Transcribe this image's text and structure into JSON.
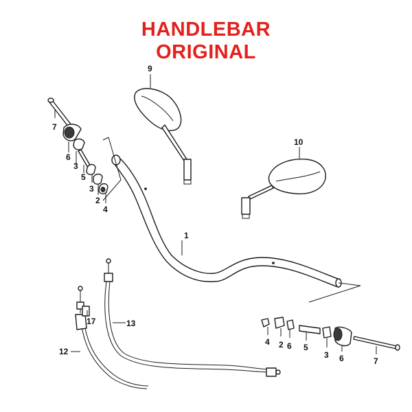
{
  "title": {
    "line1": "HANDLEBAR",
    "line2": "ORIGINAL",
    "color": "#e3201b"
  },
  "callouts": [
    {
      "id": "c1",
      "label": "1"
    },
    {
      "id": "c2a",
      "label": "2"
    },
    {
      "id": "c2b",
      "label": "2"
    },
    {
      "id": "c3a",
      "label": "3"
    },
    {
      "id": "c3b",
      "label": "3"
    },
    {
      "id": "c3c",
      "label": "3"
    },
    {
      "id": "c4a",
      "label": "4"
    },
    {
      "id": "c4b",
      "label": "4"
    },
    {
      "id": "c5a",
      "label": "5"
    },
    {
      "id": "c5b",
      "label": "5"
    },
    {
      "id": "c6a",
      "label": "6"
    },
    {
      "id": "c6b",
      "label": "6"
    },
    {
      "id": "c6c",
      "label": "6"
    },
    {
      "id": "c7a",
      "label": "7"
    },
    {
      "id": "c7b",
      "label": "7"
    },
    {
      "id": "c9",
      "label": "9"
    },
    {
      "id": "c10",
      "label": "10"
    },
    {
      "id": "c12",
      "label": "12"
    },
    {
      "id": "c13",
      "label": "13"
    },
    {
      "id": "c17",
      "label": "17"
    }
  ]
}
